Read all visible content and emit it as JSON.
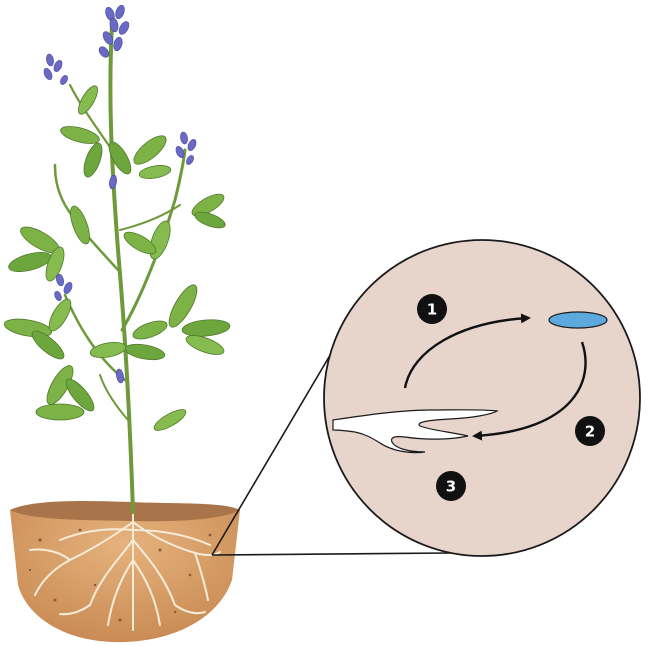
{
  "figure": {
    "steps": [
      {
        "label": "1"
      },
      {
        "label": "2"
      },
      {
        "label": "3"
      }
    ],
    "colors": {
      "inset_fill": "#e7d4cb",
      "inset_stroke": "#1a1a1a",
      "bacterium": "#5da9dd",
      "root_hair": "#ffffff",
      "soil_top": "#a9744a",
      "soil_body": "#d9a36f",
      "roots": "#f4ecd8",
      "stem": "#6e9a3b",
      "leaf": "#7db246",
      "leaf_dark": "#5f8f33",
      "flower": "#6a6ac4",
      "badge": "#111111"
    },
    "icons": [
      "plant-illustration",
      "soil-icon",
      "bacterium-icon",
      "root-hair-icon",
      "arrow-icon"
    ]
  }
}
